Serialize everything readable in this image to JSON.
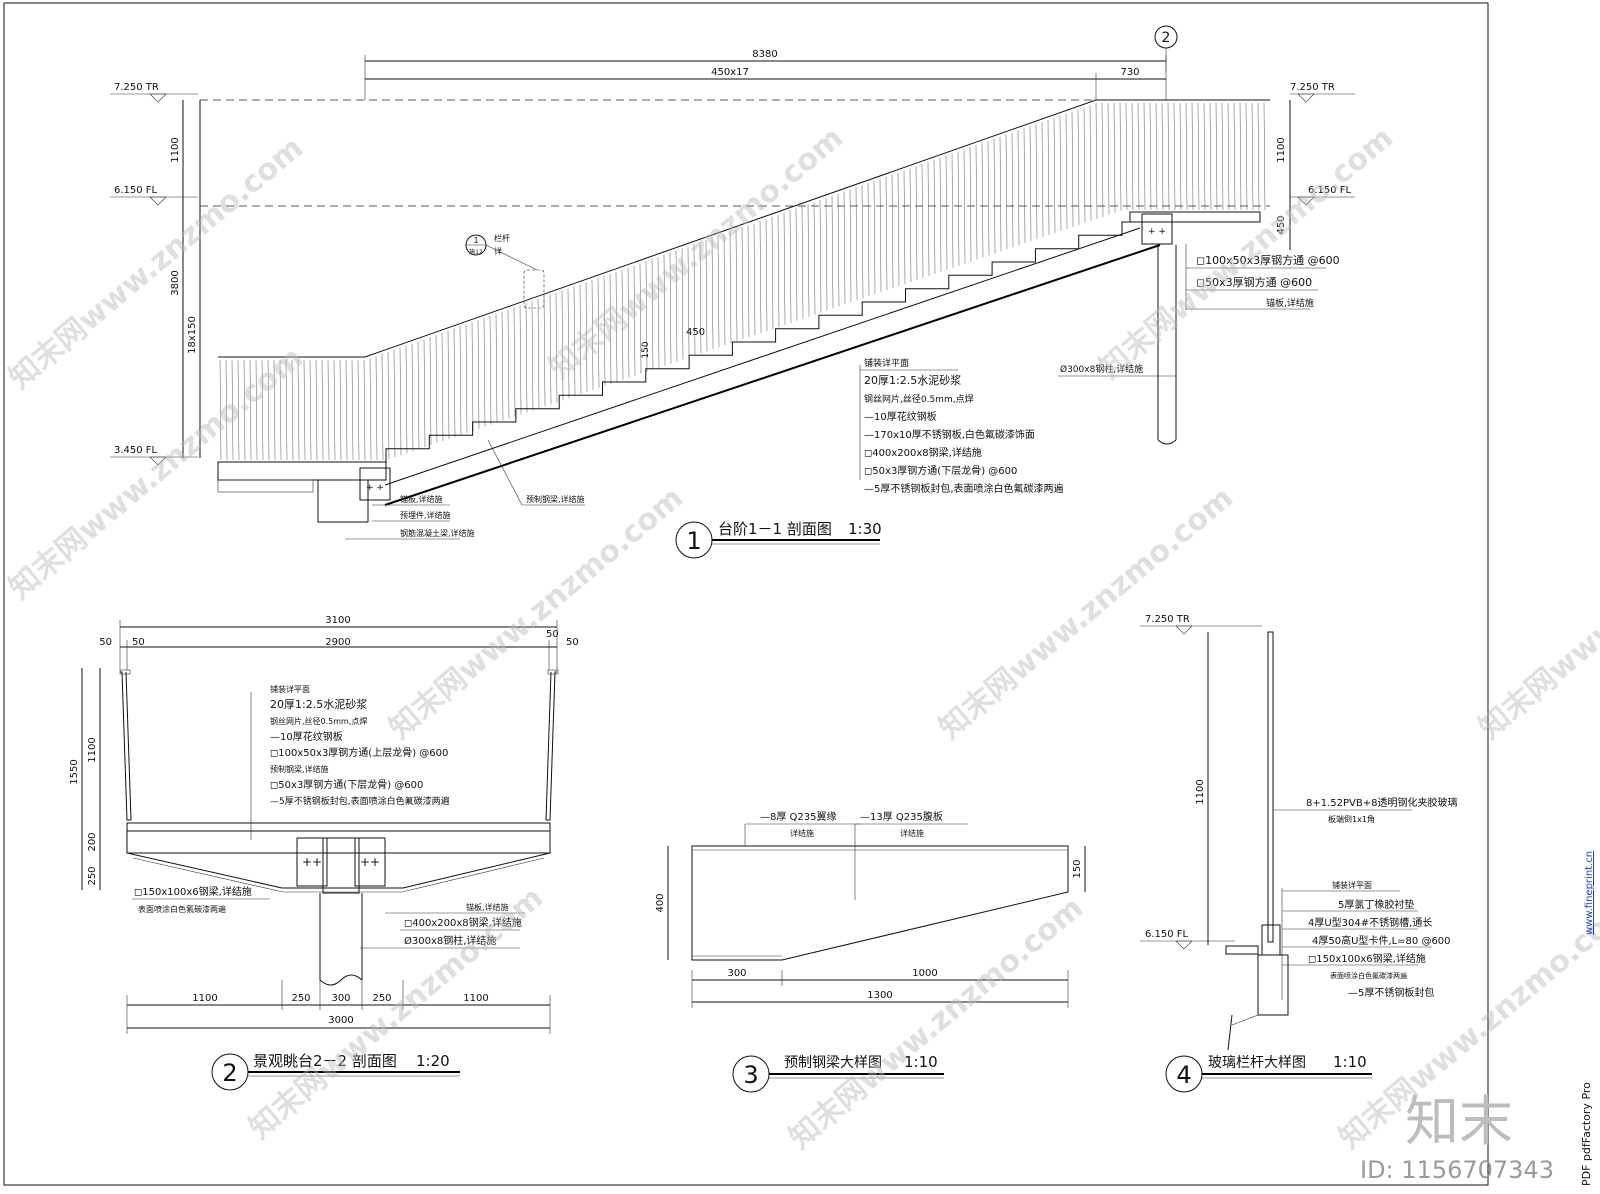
{
  "sheet": {
    "logo_text": "知末",
    "id_text": "ID: 1156707343",
    "pdf_stamp": "PDF  pdfFactory Pro",
    "link": "www.fineprint.cn",
    "watermark": "知末网www.znzmo.com"
  },
  "section1": {
    "num": "1",
    "title": "台阶1－1 剖面图",
    "scale": "1:30",
    "grid_mark": "2",
    "dims": {
      "total": "8380",
      "treads": "450x17",
      "end": "730",
      "h_rail_top": "1100",
      "h_total": "3800",
      "risers": "18x150",
      "h_right_rail": "1100",
      "h_right_450": "450",
      "tread": "450",
      "riser": "150"
    },
    "levels": {
      "top_left": "7.250 TR",
      "mid_left": "6.150 FL",
      "bottom_left": "3.450 FL",
      "top_right": "7.250 TR",
      "mid_right": "6.150 FL"
    },
    "rail_ref_num": "1",
    "rail_ref_sheet": "施12",
    "rail_ref_text": "栏杆",
    "rail_ref_text2": "详",
    "notes": [
      "铺装详平面",
      "20厚1:2.5水泥砂浆",
      "钢丝网片,丝径0.5mm,点焊",
      "—10厚花纹钢板",
      "—170x10厚不锈钢板,白色氟碳漆饰面",
      "◻400x200x8钢梁,详结施",
      "◻50x3厚钢方通(下层龙骨) @600",
      "—5厚不锈钢板封包,表面喷涂白色氟碳漆两遍"
    ],
    "right_notes": [
      "◻100x50x3厚钢方通 @600",
      "◻50x3厚钢方通 @600",
      "锚板,详结施"
    ],
    "column_note": "Ø300x8钢柱,详结施",
    "bottom_notes": [
      "锚板,详结施",
      "预埋件,详结施",
      "钢筋混凝土梁,详结施"
    ],
    "beam_note": "预制钢梁,详结施"
  },
  "section2": {
    "num": "2",
    "title": "景观眺台2－2 剖面图",
    "scale": "1:20",
    "dims": {
      "top_total": "3100",
      "top_inner": "2900",
      "left_50a": "50",
      "left_50b": "50",
      "right_50a": "50",
      "right_50b": "50",
      "h_1550": "1550",
      "h_1100": "1100",
      "h_200": "200",
      "h_250": "250",
      "b_1100a": "1100",
      "b_250a": "250",
      "b_300": "300",
      "b_250b": "250",
      "b_1100b": "1100",
      "b_total": "3000"
    },
    "notes": [
      "铺装详平面",
      "20厚1:2.5水泥砂浆",
      "钢丝网片,丝径0.5mm,点焊",
      "—10厚花纹钢板",
      "◻100x50x3厚钢方通(上层龙骨) @600",
      "预制钢梁,详结施",
      "◻50x3厚钢方通(下层龙骨) @600",
      "—5厚不锈钢板封包,表面喷涂白色氟碳漆两遍"
    ],
    "left_note1": "◻150x100x6钢梁,详结施",
    "left_note2": "表面喷涂白色氟碳漆两遍",
    "right_notes": [
      "锚板,详结施",
      "◻400x200x8钢梁,详结施",
      "Ø300x8钢柱,详结施"
    ]
  },
  "section3": {
    "num": "3",
    "title": "预制钢梁大样图",
    "scale": "1:10",
    "note_left": "—8厚 Q235翼缘",
    "note_left2": "详结施",
    "note_right": "—13厚 Q235腹板",
    "note_right2": "详结施",
    "dims": {
      "h_400": "400",
      "h_150": "150",
      "w_300": "300",
      "w_1000": "1000",
      "w_1300": "1300"
    }
  },
  "section4": {
    "num": "4",
    "title": "玻璃栏杆大样图",
    "scale": "1:10",
    "levels": {
      "top": "7.250 TR",
      "bottom": "6.150 FL"
    },
    "dims": {
      "h_1100": "1100"
    },
    "glass_note1": "8+1.52PVB+8透明钢化夹胶玻璃",
    "glass_note2": "板端倒1x1角",
    "notes": [
      "铺装详平面",
      "5厚氯丁橡胶衬垫",
      "4厚U型304#不锈钢槽,通长",
      "4厚50高U型卡件,L=80 @600",
      "◻150x100x6钢梁,详结施",
      "表面喷涂白色氟碳漆两遍",
      "—5厚不锈钢板封包"
    ]
  }
}
